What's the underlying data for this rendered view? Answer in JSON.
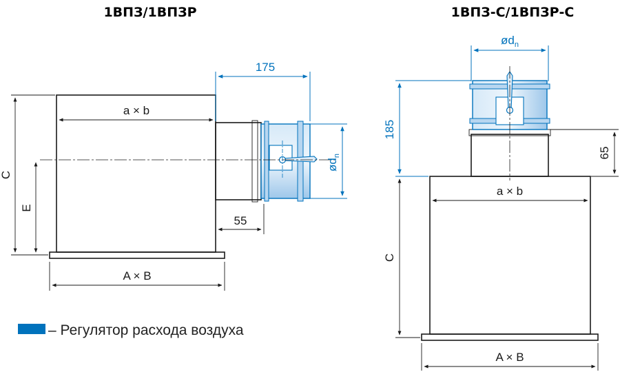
{
  "left_view": {
    "title": "1ВПЗ/1ВПЗР",
    "dim_width_inner": "a × b",
    "dim_width_base": "A × B",
    "dim_height": "C",
    "dim_axis_height": "E",
    "dim_regulator_length": "175",
    "dim_spigot_length": "55",
    "dim_diameter": "ød",
    "dim_diameter_sub": "n"
  },
  "right_view": {
    "title": "1ВПЗ-С/1ВПЗР-С",
    "dim_width_inner": "a × b",
    "dim_width_base": "A × B",
    "dim_height": "C",
    "dim_regulator_height": "185",
    "dim_spigot_height": "65",
    "dim_diameter": "ød",
    "dim_diameter_sub": "n"
  },
  "legend": {
    "text": "– Регулятор расхода воздуха",
    "color": "#0072bc"
  },
  "colors": {
    "regulator_fill": "#c8e0f5",
    "regulator_stroke": "#0072bc",
    "body_fill": "#f4f5f6",
    "line": "#1a1a1a"
  }
}
